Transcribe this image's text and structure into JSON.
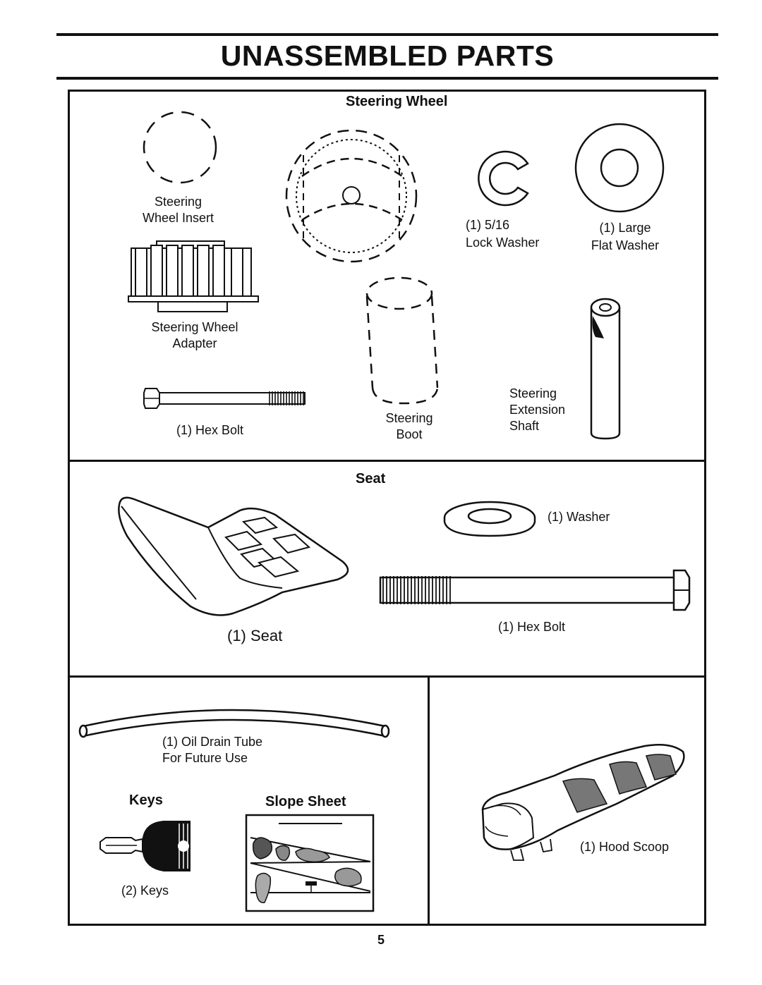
{
  "page": {
    "title": "UNASSEMBLED PARTS",
    "page_number": "5"
  },
  "steering_section": {
    "heading": "Steering Wheel",
    "insert_label": [
      "Steering",
      "Wheel Insert"
    ],
    "adapter_label": [
      "Steering Wheel",
      "Adapter"
    ],
    "hex_bolt_label": "(1) Hex Bolt",
    "lock_washer_label": [
      "(1) 5/16",
      "Lock Washer"
    ],
    "flat_washer_label": [
      "(1) Large",
      "Flat Washer"
    ],
    "boot_label": [
      "Steering",
      "Boot"
    ],
    "shaft_label": [
      "Steering",
      "Extension",
      "Shaft"
    ]
  },
  "seat_section": {
    "heading": "Seat",
    "seat_label": "(1) Seat",
    "washer_label": "(1) Washer",
    "hex_bolt_label": "(1) Hex Bolt"
  },
  "bottom_left": {
    "tube_label": [
      "(1) Oil Drain Tube",
      "For Future Use"
    ],
    "keys_heading": "Keys",
    "slope_heading": "Slope Sheet",
    "keys_label": "(2) Keys"
  },
  "bottom_right": {
    "hood_scoop_label": "(1) Hood Scoop"
  }
}
